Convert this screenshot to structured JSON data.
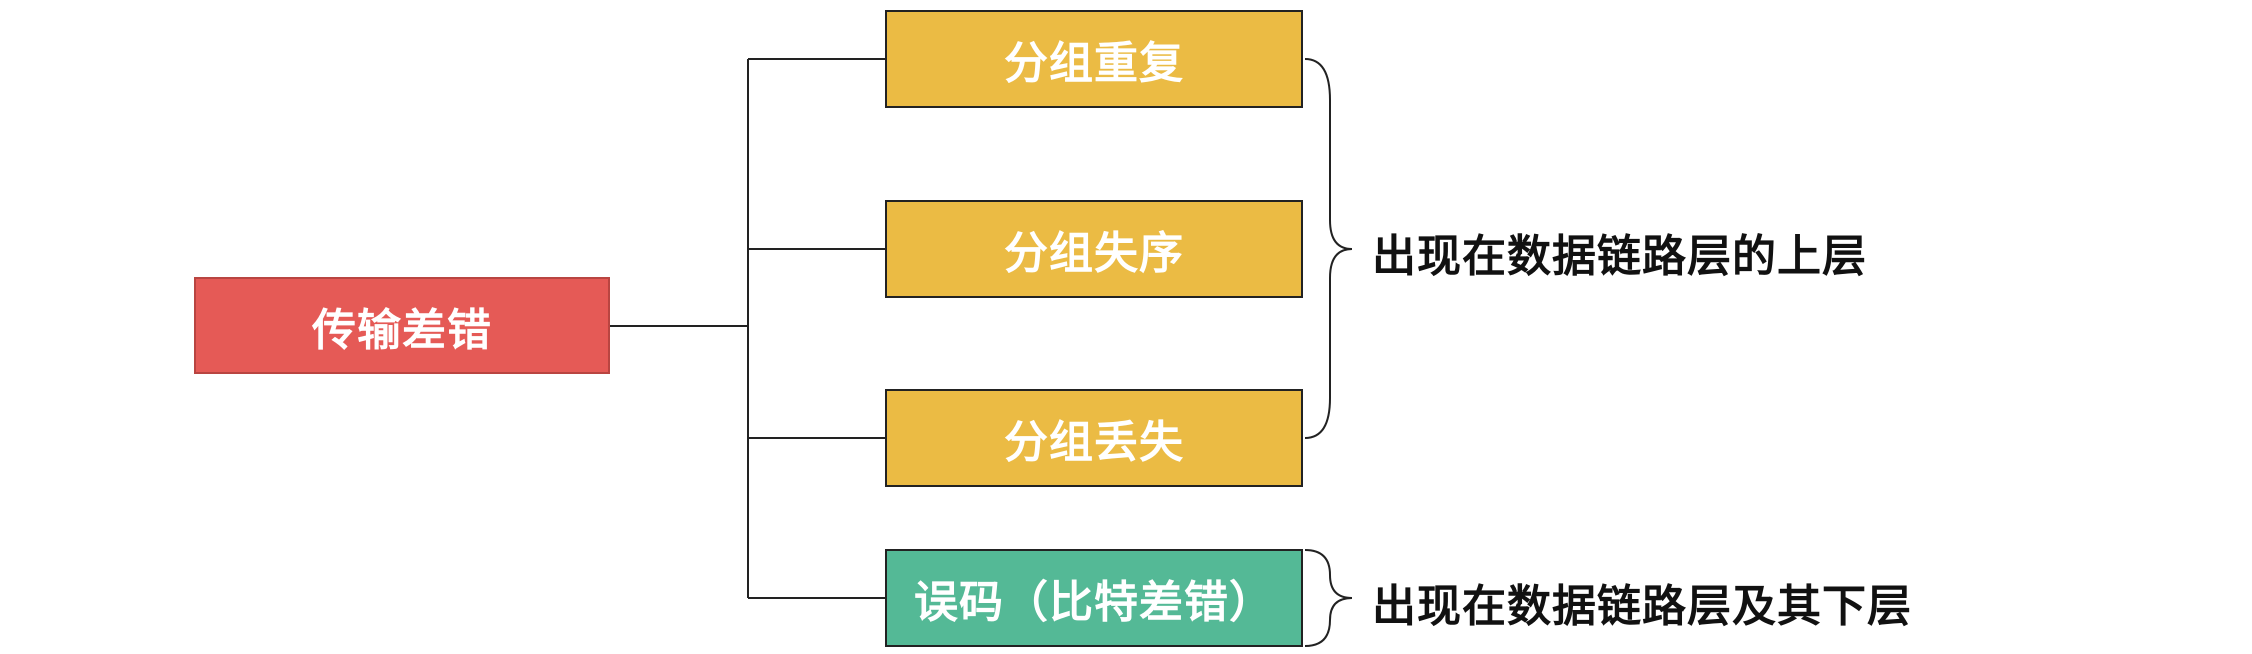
{
  "root": {
    "label": "传输差错"
  },
  "branches": [
    {
      "label": "分组重复",
      "color": "#ebbb44"
    },
    {
      "label": "分组失序",
      "color": "#ebbb44"
    },
    {
      "label": "分组丢失",
      "color": "#ebbb44"
    },
    {
      "label": "误码（比特差错）",
      "color": "#54b996"
    }
  ],
  "annotations": [
    {
      "label": "出现在数据链路层的上层"
    },
    {
      "label": "出现在数据链路层及其下层"
    }
  ],
  "colors": {
    "root": "#e55a56",
    "upper_layer": "#ebbb44",
    "lower_layer": "#54b996",
    "line": "#222222"
  }
}
